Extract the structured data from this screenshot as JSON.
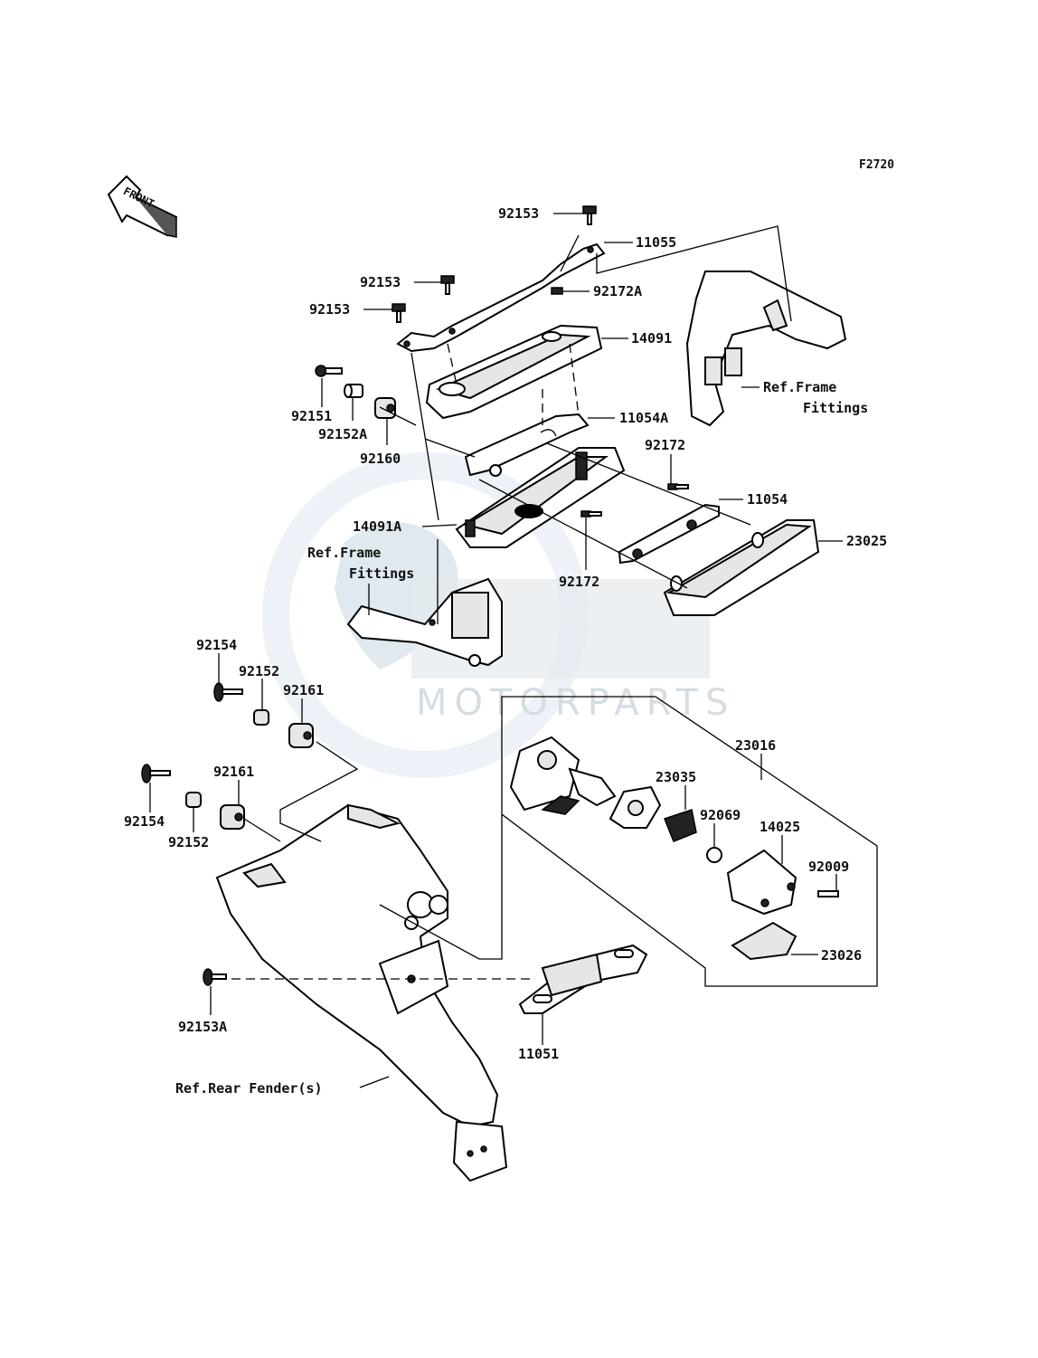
{
  "diagram_code": "F2720",
  "front_arrow_text": "FRONT",
  "watermark": {
    "text": "MOTORPARTS"
  },
  "callouts": [
    {
      "id": "p-92153-a",
      "text": "92153"
    },
    {
      "id": "p-11055",
      "text": "11055"
    },
    {
      "id": "p-92153-b",
      "text": "92153"
    },
    {
      "id": "p-92172A",
      "text": "92172A"
    },
    {
      "id": "p-92153-c",
      "text": "92153"
    },
    {
      "id": "p-14091",
      "text": "14091"
    },
    {
      "id": "p-92151",
      "text": "92151"
    },
    {
      "id": "p-92152A",
      "text": "92152A"
    },
    {
      "id": "p-92160",
      "text": "92160"
    },
    {
      "id": "p-11054A",
      "text": "11054A"
    },
    {
      "id": "p-92172-a",
      "text": "92172"
    },
    {
      "id": "p-11054",
      "text": "11054"
    },
    {
      "id": "p-14091A",
      "text": "14091A"
    },
    {
      "id": "p-23025",
      "text": "23025"
    },
    {
      "id": "p-92172-b",
      "text": "92172"
    },
    {
      "id": "p-92154-a",
      "text": "92154"
    },
    {
      "id": "p-92152-a",
      "text": "92152"
    },
    {
      "id": "p-92161-a",
      "text": "92161"
    },
    {
      "id": "p-23016",
      "text": "23016"
    },
    {
      "id": "p-23035",
      "text": "23035"
    },
    {
      "id": "p-92161-b",
      "text": "92161"
    },
    {
      "id": "p-92154-b",
      "text": "92154"
    },
    {
      "id": "p-92152-b",
      "text": "92152"
    },
    {
      "id": "p-92069",
      "text": "92069"
    },
    {
      "id": "p-14025",
      "text": "14025"
    },
    {
      "id": "p-92009",
      "text": "92009"
    },
    {
      "id": "p-23026",
      "text": "23026"
    },
    {
      "id": "p-92153A",
      "text": "92153A"
    },
    {
      "id": "p-11051",
      "text": "11051"
    }
  ],
  "references": {
    "frame_fittings_top": [
      "Ref.Frame",
      "Fittings"
    ],
    "frame_fittings_left": [
      "Ref.Frame",
      "Fittings"
    ],
    "rear_fender": "Ref.Rear Fender(s)"
  }
}
